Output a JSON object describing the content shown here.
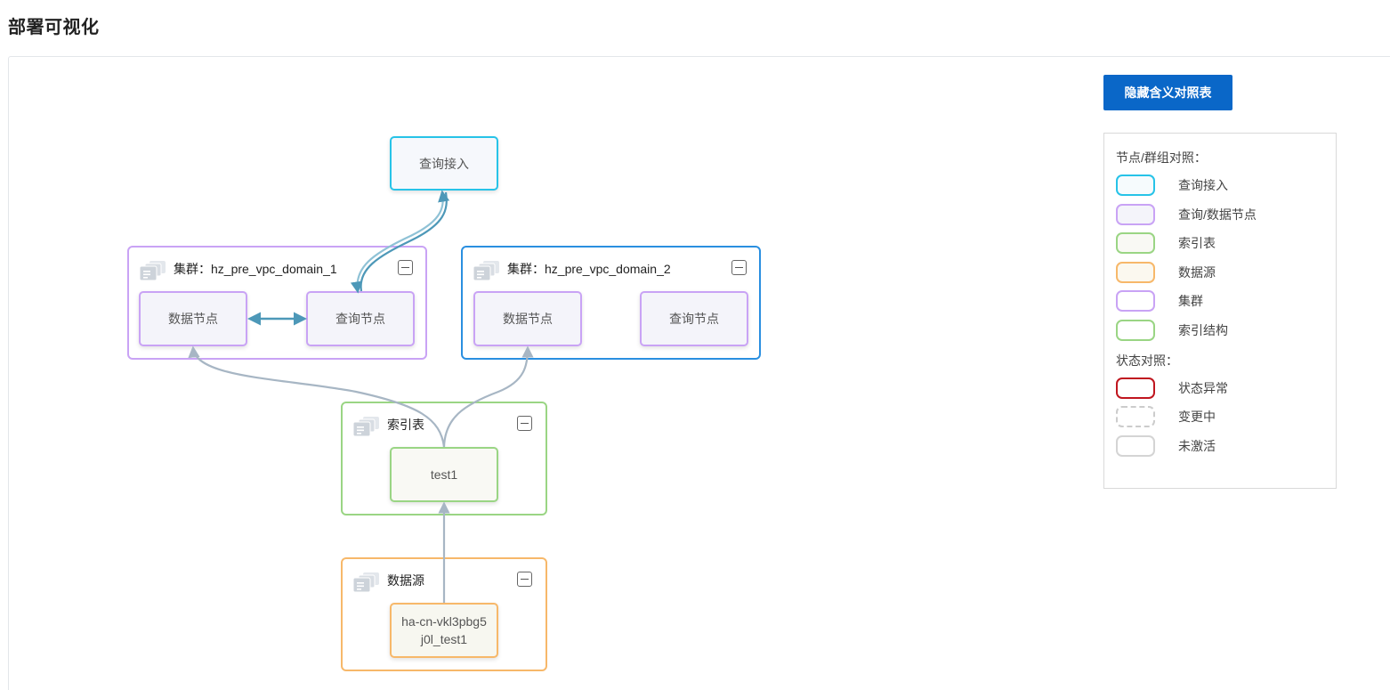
{
  "page": {
    "title": "部署可视化"
  },
  "toolbar": {
    "hide_legend_label": "隐藏含义对照表"
  },
  "colors": {
    "query_access": "#27c3e8",
    "query_data_node": "#c9a3f5",
    "index_table": "#9ad584",
    "data_source": "#f7b86a",
    "cluster": "#c9a3f5",
    "cluster_selected": "#2a8fe0",
    "index_structure": "#9ad584",
    "status_error": "#c0161f",
    "status_changing": "#cccccc",
    "status_inactive": "#d4d4d4",
    "edge": "#a7b6c4",
    "edge_active": "#4d98b8",
    "button": "#0a67c8"
  },
  "diagram": {
    "query_access": {
      "label": "查询接入"
    },
    "clusters": [
      {
        "title": "集群：hz_pre_vpc_domain_1",
        "data_node": "数据节点",
        "query_node": "查询节点"
      },
      {
        "title": "集群：hz_pre_vpc_domain_2",
        "data_node": "数据节点",
        "query_node": "查询节点"
      }
    ],
    "index_group": {
      "title": "索引表",
      "node": "test1"
    },
    "source_group": {
      "title": "数据源",
      "node_line1": "ha-cn-vkl3pbg5",
      "node_line2": "j0l_test1"
    }
  },
  "legend": {
    "section_nodes": "节点/群组对照：",
    "node_items": [
      {
        "label": "查询接入",
        "icon": "query-access-swatch"
      },
      {
        "label": "查询/数据节点",
        "icon": "query-data-node-swatch"
      },
      {
        "label": "索引表",
        "icon": "index-table-swatch"
      },
      {
        "label": "数据源",
        "icon": "data-source-swatch"
      },
      {
        "label": "集群",
        "icon": "cluster-swatch"
      },
      {
        "label": "索引结构",
        "icon": "index-structure-swatch"
      }
    ],
    "section_status": "状态对照：",
    "status_items": [
      {
        "label": "状态异常",
        "icon": "status-error-swatch"
      },
      {
        "label": "变更中",
        "icon": "status-changing-swatch"
      },
      {
        "label": "未激活",
        "icon": "status-inactive-swatch"
      }
    ]
  }
}
